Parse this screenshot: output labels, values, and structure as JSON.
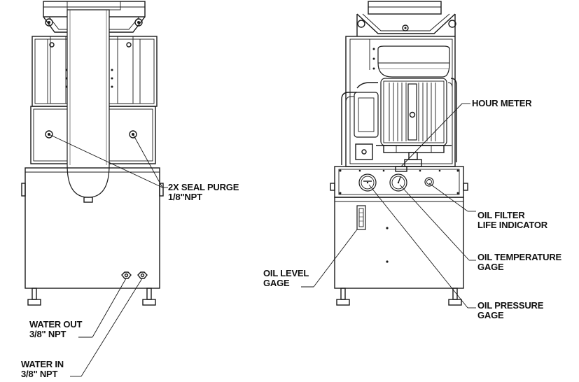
{
  "callouts": {
    "seal_purge": {
      "line1": "2X SEAL PURGE",
      "line2": "1/8\"NPT"
    },
    "water_out": {
      "line1": "WATER OUT",
      "line2": "3/8\" NPT"
    },
    "water_in": {
      "line1": "WATER IN",
      "line2": "3/8\" NPT"
    },
    "hour_meter": {
      "line1": "HOUR METER"
    },
    "oil_filter": {
      "line1": "OIL FILTER",
      "line2": "LIFE INDICATOR"
    },
    "oil_temperature": {
      "line1": "OIL TEMPERATURE",
      "line2": "GAGE"
    },
    "oil_level": {
      "line1": "OIL LEVEL",
      "line2": "GAGE"
    },
    "oil_pressure": {
      "line1": "OIL PRESSURE",
      "line2": "GAGE"
    }
  },
  "colors": {
    "line": "#1a1a1a",
    "background": "#ffffff"
  }
}
